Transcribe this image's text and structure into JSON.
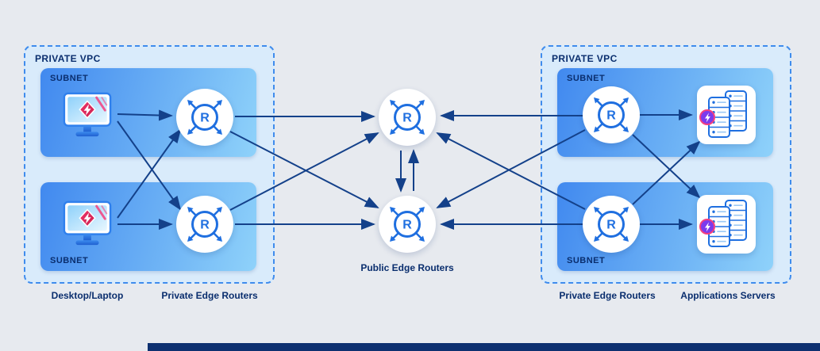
{
  "diagram": {
    "left_vpc": {
      "label": "PRIVATE VPC",
      "subnet_top": "SUBNET",
      "subnet_bottom": "SUBNET"
    },
    "right_vpc": {
      "label": "PRIVATE VPC",
      "subnet_top": "SUBNET",
      "subnet_bottom": "SUBNET"
    },
    "captions": {
      "desktop_laptop": "Desktop/Laptop",
      "private_edge_routers_left": "Private Edge Routers",
      "public_edge_routers": "Public Edge Routers",
      "private_edge_routers_right": "Private Edge Routers",
      "applications_servers": "Applications Servers"
    },
    "icons": {
      "router_letter": "R",
      "router": "router-icon",
      "desktop": "desktop-monitor-icon",
      "server": "server-stack-icon",
      "badge_desktop": "lightning-diamond-icon",
      "badge_server": "lightning-badge-icon"
    },
    "colors": {
      "background": "#e7eaef",
      "vpc_fill": "#d9ebfb",
      "vpc_border": "#3f8ced",
      "subnet_blue_start": "#4189ef",
      "subnet_blue_end": "#8fd2fa",
      "navy_text": "#0a2e6e",
      "arrow": "#14418a",
      "router_blue": "#1f6fe0",
      "footer_bar": "#0e3070",
      "badge_red": "#e8325a",
      "badge_purple": "#7c3aed",
      "badge_pink": "#f43f7f"
    }
  }
}
